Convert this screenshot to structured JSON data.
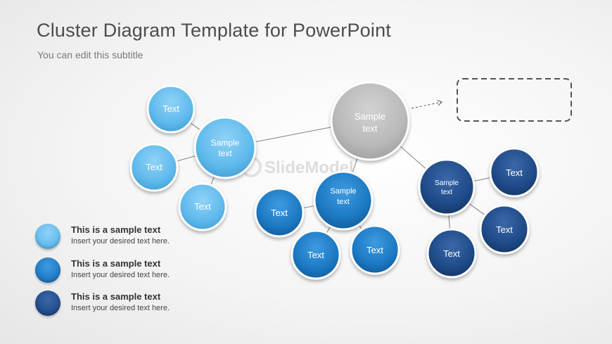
{
  "slide": {
    "title": "Cluster Diagram Template for PowerPoint",
    "subtitle": "You can edit this subtitle"
  },
  "colors": {
    "light_blue": "#5fb9ec",
    "mid_blue": "#1b78c2",
    "dark_blue": "#1f4a87",
    "gray": "#b7b7b7",
    "connector": "#8a8a8a",
    "placeholder_border": "#555555"
  },
  "watermark": {
    "text": "SlideModel"
  },
  "diagram": {
    "center_node": {
      "label_line1": "Sample",
      "label_line2": "text",
      "color": "gray"
    },
    "clusters": [
      {
        "color": "light_blue",
        "hub": {
          "label_line1": "Sample",
          "label_line2": "text"
        },
        "leaves": [
          "Text",
          "Text",
          "Text"
        ]
      },
      {
        "color": "mid_blue",
        "hub": {
          "label_line1": "Sample",
          "label_line2": "text"
        },
        "leaves": [
          "Text",
          "Text",
          "Text"
        ]
      },
      {
        "color": "dark_blue",
        "hub": {
          "label_line1": "Sample",
          "label_line2": "text"
        },
        "leaves": [
          "Text",
          "Text",
          "Text"
        ]
      }
    ],
    "placeholder_box": {
      "style": "dashed"
    }
  },
  "legend": [
    {
      "title": "This is a sample text",
      "description": "Insert your desired text here.",
      "color": "light_blue"
    },
    {
      "title": "This is a sample text",
      "description": "Insert your desired text here.",
      "color": "mid_blue"
    },
    {
      "title": "This is a sample text",
      "description": "Insert your desired text here.",
      "color": "dark_blue"
    }
  ]
}
